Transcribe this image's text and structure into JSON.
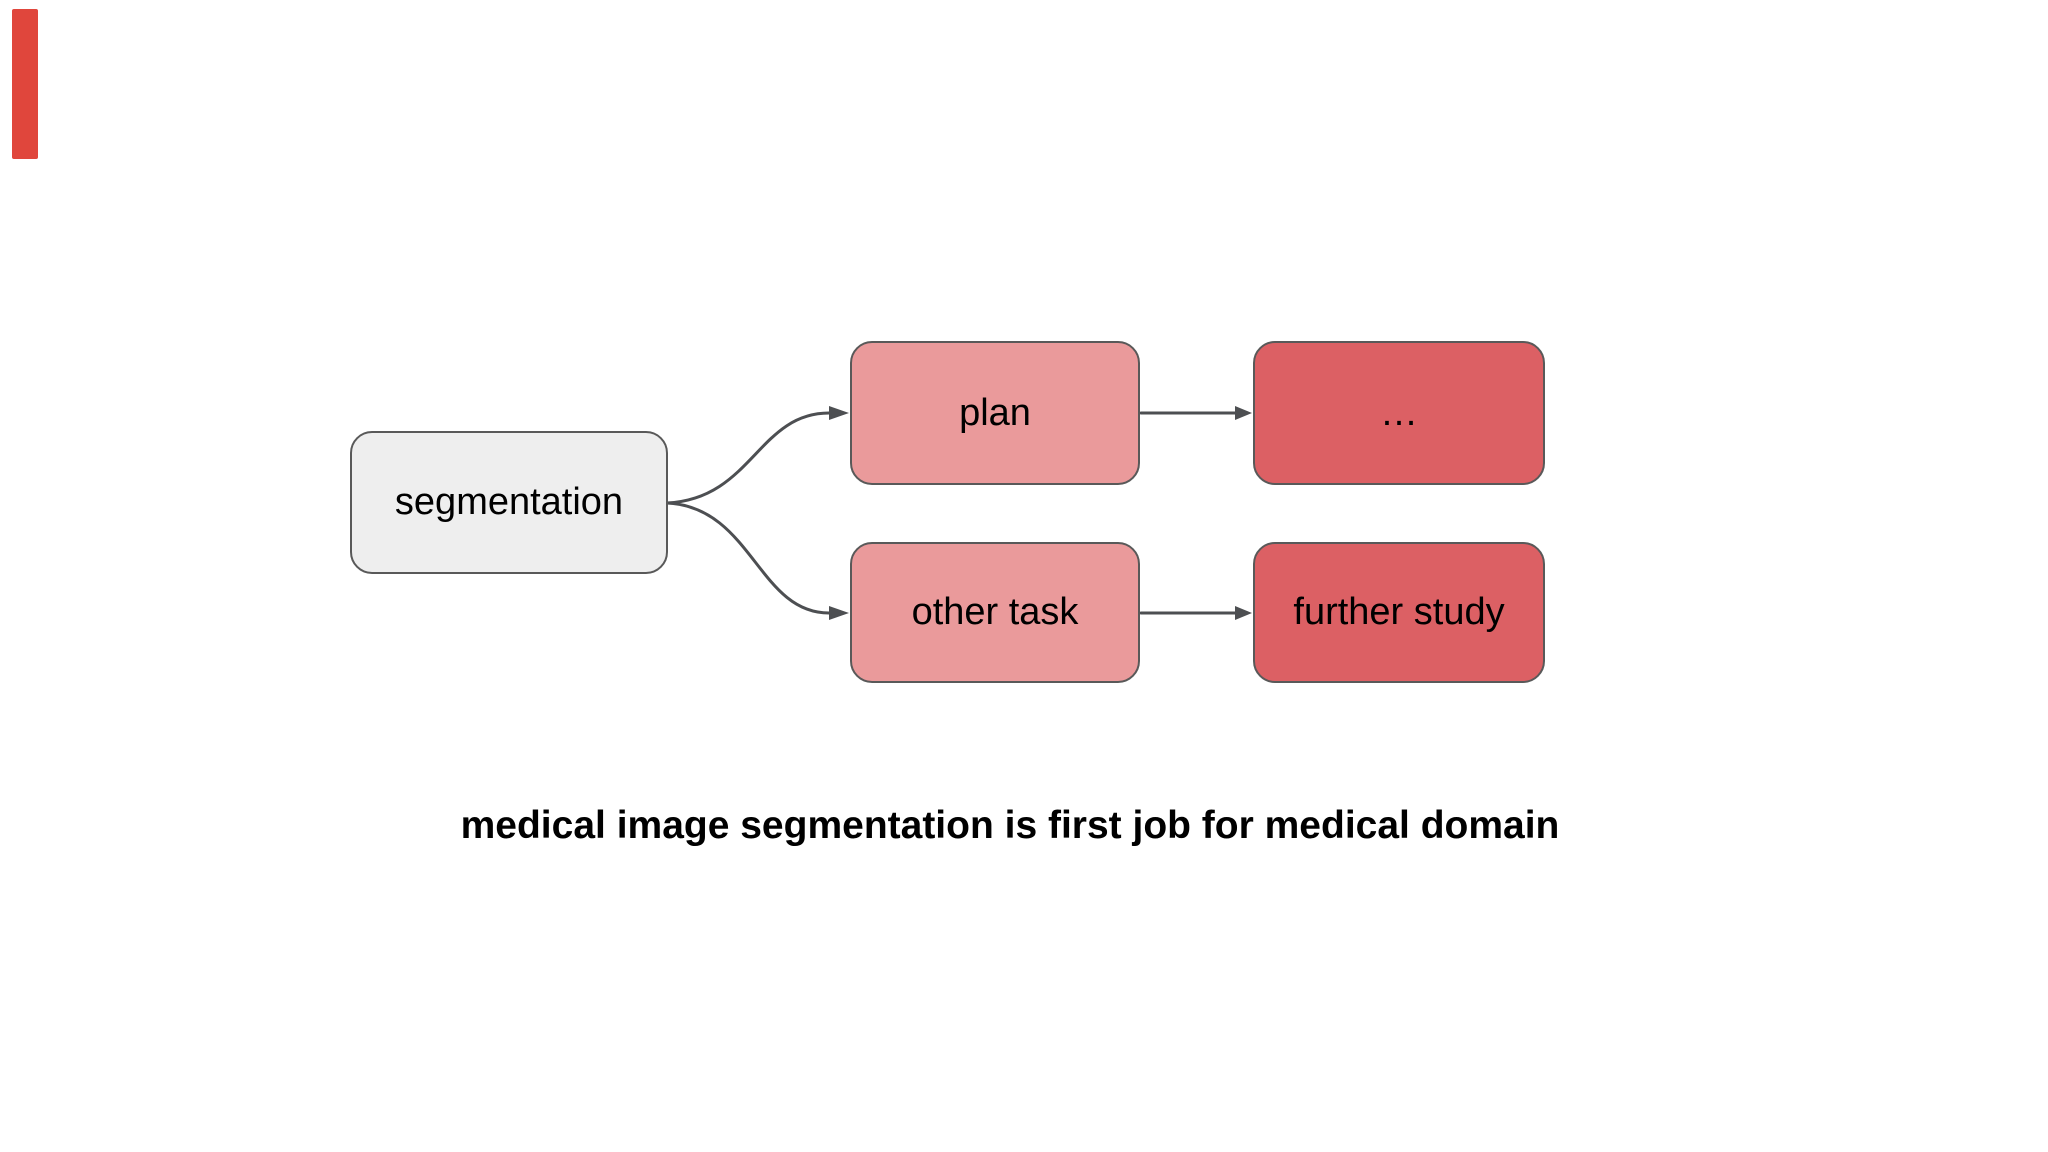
{
  "canvas": {
    "background": "#ffffff"
  },
  "accent_bar": {
    "color": "#e0463c"
  },
  "diagram": {
    "nodes": [
      {
        "id": "segmentation",
        "label": "segmentation",
        "fill": "#eeeeee"
      },
      {
        "id": "plan",
        "label": "plan",
        "fill": "#ea9a9b"
      },
      {
        "id": "ellipsis",
        "label": "…",
        "fill": "#dc6064"
      },
      {
        "id": "other-task",
        "label": "other task",
        "fill": "#ea9a9b"
      },
      {
        "id": "further-study",
        "label": "further study",
        "fill": "#dc6064"
      }
    ],
    "edges": [
      {
        "from": "segmentation",
        "to": "plan"
      },
      {
        "from": "segmentation",
        "to": "other-task"
      },
      {
        "from": "plan",
        "to": "ellipsis"
      },
      {
        "from": "other-task",
        "to": "further-study"
      }
    ],
    "node_border_color": "#595959",
    "arrow_color": "#4d4f52",
    "label_color": "#000000"
  },
  "caption": {
    "text": "medical image segmentation is first job for medical domain"
  }
}
